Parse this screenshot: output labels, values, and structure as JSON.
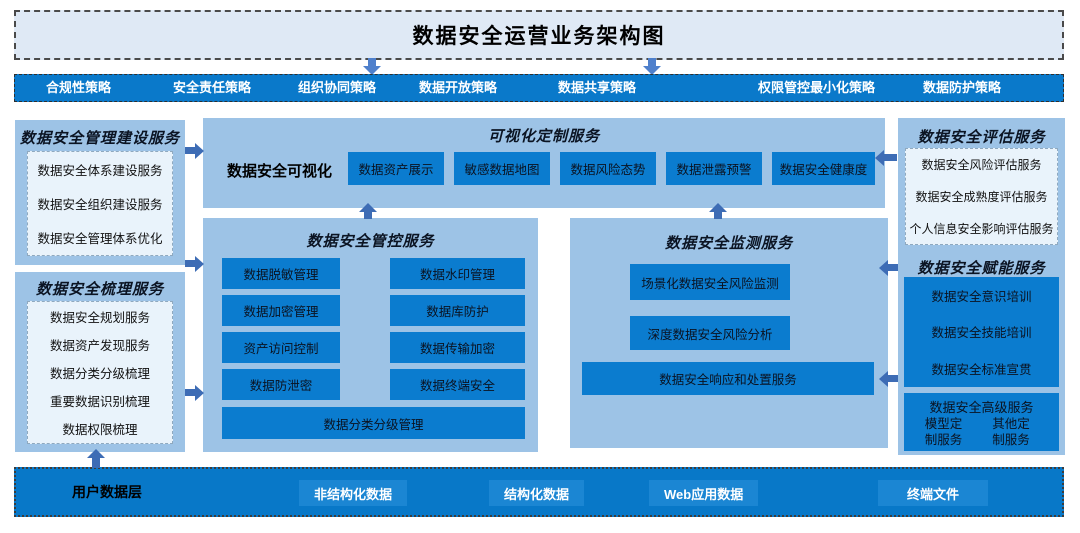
{
  "title": "数据安全运营业务架构图",
  "policy_bar": {
    "items": [
      "合规性策略",
      "安全责任策略",
      "组织协同策略",
      "数据开放策略",
      "数据共享策略",
      "权限管控最小化策略",
      "数据防护策略"
    ]
  },
  "left_column": {
    "management_build": {
      "title": "数据安全管理建设服务",
      "items": [
        "数据安全体系建设服务",
        "数据安全组织建设服务",
        "数据安全管理体系优化"
      ]
    },
    "sorting": {
      "title": "数据安全梳理服务",
      "items": [
        "数据安全规划服务",
        "数据资产发现服务",
        "数据分类分级梳理",
        "重要数据识别梳理",
        "数据权限梳理"
      ]
    }
  },
  "visualization": {
    "title": "可视化定制服务",
    "label": "数据安全可视化",
    "buttons": [
      "数据资产展示",
      "敏感数据地图",
      "数据风险态势",
      "数据泄露预警",
      "数据安全健康度"
    ]
  },
  "control": {
    "title": "数据安全管控服务",
    "left_buttons": [
      "数据脱敏管理",
      "数据加密管理",
      "资产访问控制",
      "数据防泄密"
    ],
    "right_buttons": [
      "数据水印管理",
      "数据库防护",
      "数据传输加密",
      "数据终端安全"
    ],
    "wide_button": "数据分类分级管理"
  },
  "monitoring": {
    "title": "数据安全监测服务",
    "buttons": [
      "场景化数据安全风险监测",
      "深度数据安全风险分析"
    ],
    "wide_button": "数据安全响应和处置服务"
  },
  "right_column": {
    "assessment": {
      "title": "数据安全评估服务",
      "items": [
        "数据安全风险评估服务",
        "数据安全成熟度评估服务",
        "个人信息安全影响评估服务"
      ]
    },
    "enablement": {
      "title": "数据安全赋能服务",
      "items": [
        "数据安全意识培训",
        "数据安全技能培训",
        "数据安全标准宣贯"
      ],
      "advanced": {
        "title": "数据安全高级服务",
        "options": [
          "模型定制服务",
          "其他定制服务"
        ]
      }
    }
  },
  "bottom_bar": {
    "label": "用户数据层",
    "chips": [
      "非结构化数据",
      "结构化数据",
      "Web应用数据",
      "终端文件"
    ]
  },
  "colors": {
    "title_bg": "#dfe9f5",
    "light_blue_box": "#9dc3e6",
    "inner_panel": "#e9f3fb",
    "dark_blue_button": "#0b7ccf",
    "policy_bar": "#0a79ca",
    "bottom_bar": "#0878c8",
    "chip": "#1b86d3",
    "arrow": "#3d6cb5"
  }
}
